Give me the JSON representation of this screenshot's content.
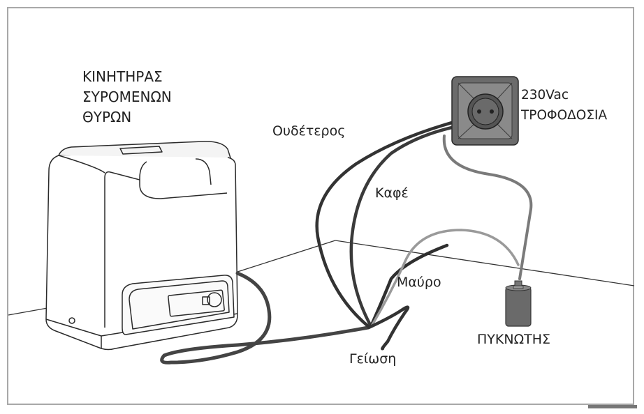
{
  "labels": {
    "motor_line1": "ΚΙΝΗΤΗΡΑΣ",
    "motor_line2": "ΣΥΡΟΜΕΝΩΝ",
    "motor_line3": "ΘΥΡΩΝ",
    "power_line1": "230Vac",
    "power_line2": "ΤΡΟΦΟΔΟΣΙΑ",
    "neutral": "Ουδέτερος",
    "brown": "Καφέ",
    "black": "Μαύρο",
    "ground": "Γείωση",
    "capacitor": "ΠΥΚΝΩΤΗΣ"
  },
  "colors": {
    "frame": "#a8a8a8",
    "motor_outline": "#2a2a2a",
    "wire_dark": "#333333",
    "wire_gray": "#7a7a7a",
    "wire_light": "#9a9a9a",
    "socket_plate": "#6b6b6b",
    "capacitor_body": "#6a6a6a"
  },
  "icons": [
    "motor-unit-icon",
    "power-socket-icon",
    "capacitor-icon"
  ]
}
